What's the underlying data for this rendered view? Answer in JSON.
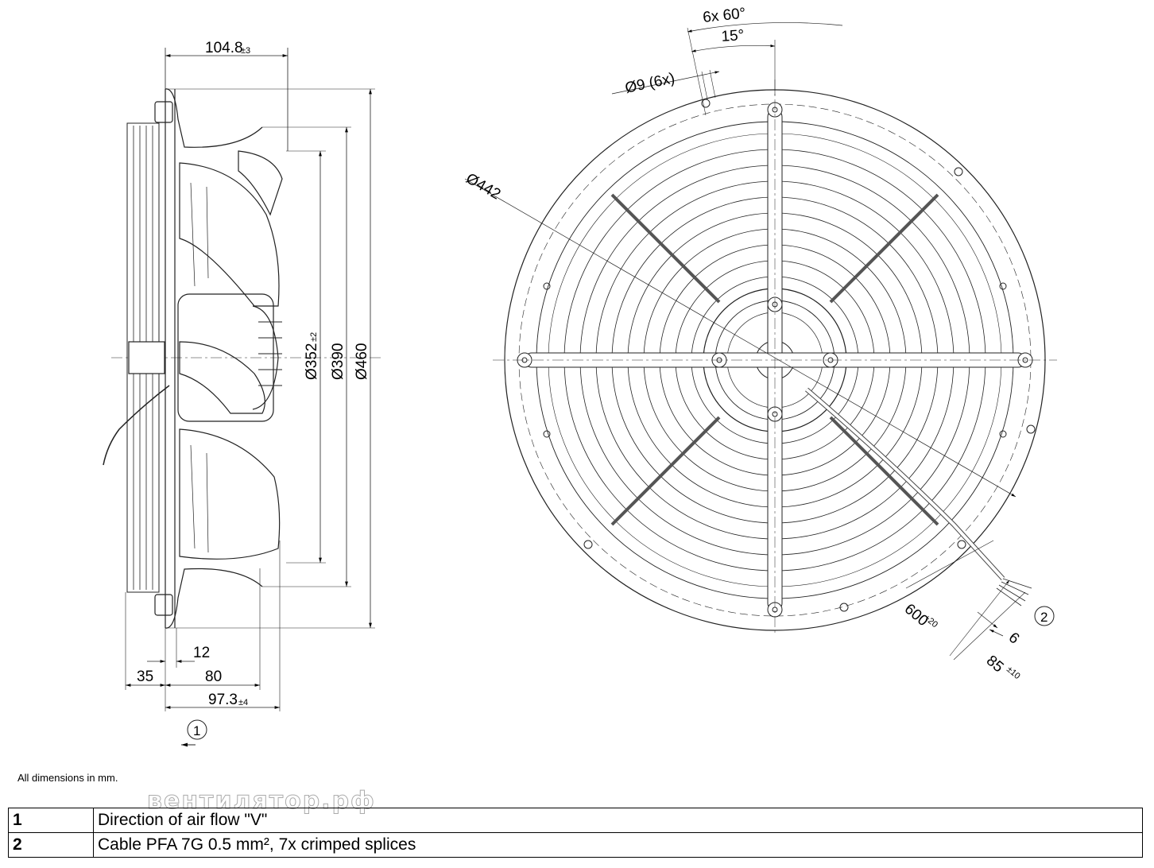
{
  "side_view": {
    "dim_width_top": "104.8",
    "dim_width_top_tol": "±3",
    "dim_dia_352": "Ø352",
    "dim_dia_352_tol": "±2",
    "dim_dia_390": "Ø390",
    "dim_dia_460": "Ø460",
    "dim_12": "12",
    "dim_35": "35",
    "dim_80": "80",
    "dim_97": "97.3",
    "dim_97_tol": "±4",
    "callout_airflow": "1"
  },
  "front_view": {
    "dim_angle_60": "6x 60°",
    "dim_angle_15": "15°",
    "dim_holes": "Ø9 (6x)",
    "dim_dia_442": "Ø442",
    "dim_600": "600",
    "dim_600_tol": "+20",
    "dim_6": "6",
    "dim_85": "85",
    "dim_85_tol": "±10",
    "callout_cable": "2"
  },
  "note": "All dimensions in mm.",
  "watermark": "вентилятор.рф",
  "legend": [
    {
      "key": "1",
      "text": "Direction of air flow \"V\""
    },
    {
      "key": "2",
      "text": "Cable PFA 7G 0.5 mm², 7x crimped splices"
    }
  ]
}
